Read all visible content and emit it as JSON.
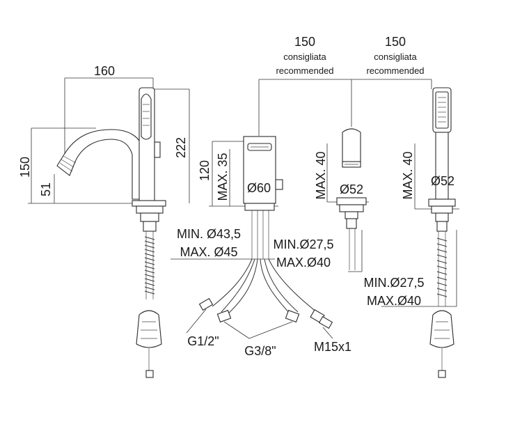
{
  "labels": {
    "spout_width": "160",
    "spout_height": "150",
    "spout_outlet": "51",
    "spout_total": "222",
    "spacing_1": "150",
    "spacing_1_it": "consigliata",
    "spacing_1_en": "recommended",
    "spacing_2": "150",
    "spacing_2_it": "consigliata",
    "spacing_2_en": "recommended",
    "body_height": "120",
    "body_max": "MAX. 35",
    "body_dia": "Ø60",
    "mid_max": "MAX. 40",
    "mid_dia": "Ø52",
    "right_max": "MAX. 40",
    "right_dia": "Ø52",
    "hole_min": "MIN. Ø43,5",
    "hole_max": "MAX. Ø45",
    "mid_hole_min": "MIN.Ø27,5",
    "mid_hole_max": "MAX.Ø40",
    "right_hole_min": "MIN.Ø27,5",
    "right_hole_max": "MAX.Ø40",
    "conn_1": "G1/2\"",
    "conn_2": "G3/8\"",
    "conn_3": "M15x1"
  }
}
